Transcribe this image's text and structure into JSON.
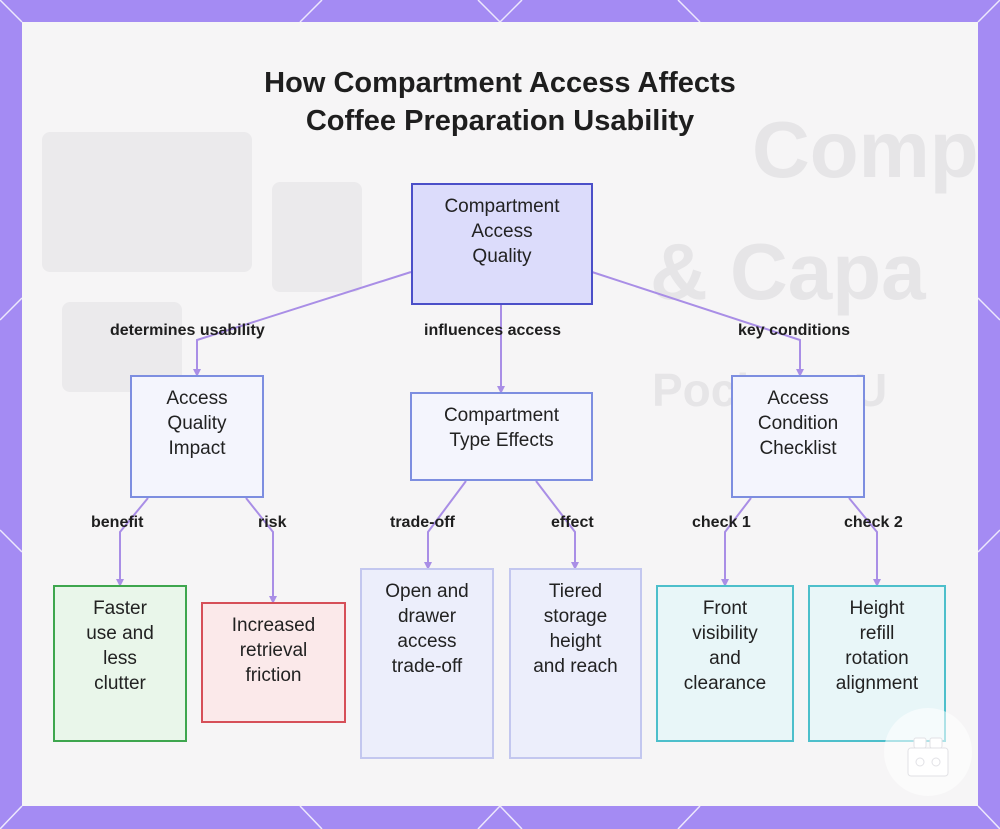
{
  "diagram": {
    "title_line1": "How Compartment Access Affects",
    "title_line2": "Coffee Preparation Usability",
    "nodes": {
      "root": "Compartment\nAccess\nQuality",
      "impact": "Access\nQuality\nImpact",
      "types": "Compartment\nType Effects",
      "checklist": "Access\nCondition\nChecklist",
      "faster": "Faster\nuse and\nless\nclutter",
      "friction": "Increased\nretrieval\nfriction",
      "open_drawer": "Open and\ndrawer\naccess\ntrade-off",
      "tiered": "Tiered\nstorage\nheight\nand reach",
      "front": "Front\nvisibility\nand\nclearance",
      "height": "Height\nrefill\nrotation\nalignment"
    },
    "edges": {
      "determines": "determines usability",
      "influences": "influences access",
      "key_conditions": "key conditions",
      "benefit": "benefit",
      "risk": "risk",
      "trade_off": "trade-off",
      "effect": "effect",
      "check1": "check 1",
      "check2": "check 2"
    },
    "colors": {
      "frame": "#a48bf3",
      "edge": "#a98ee6"
    }
  }
}
